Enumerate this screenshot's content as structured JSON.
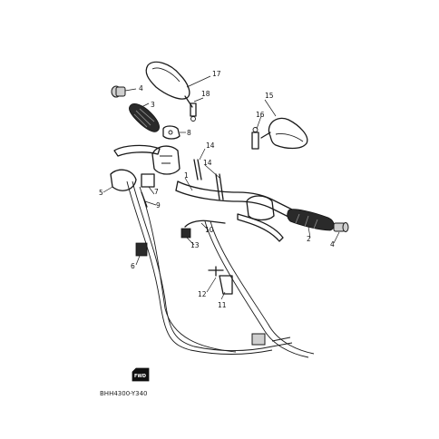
{
  "diagram_code": "BHH4300-Y340",
  "fwd_label": "FWD",
  "callouts": {
    "c1": "1",
    "c2": "2",
    "c3": "3",
    "c4a": "4",
    "c4b": "4",
    "c5": "5",
    "c6": "6",
    "c7": "7",
    "c8": "8",
    "c9": "9",
    "c10": "10",
    "c11": "11",
    "c12": "12",
    "c13": "13",
    "c14a": "14",
    "c14b": "14",
    "c15": "15",
    "c16": "16",
    "c17": "17",
    "c18": "18"
  }
}
